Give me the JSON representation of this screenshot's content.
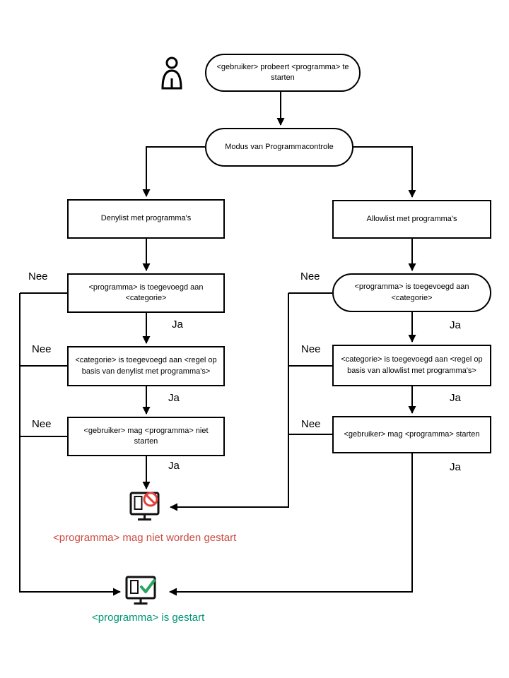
{
  "diagram": {
    "nodes": {
      "user_tries": "<gebruiker> probeert <programma> te starten",
      "mode": "Modus van Programmacontrole",
      "denylist": "Denylist met programma's",
      "allowlist": "Allowlist met programma's",
      "deny_program_added": "<programma> is toegevoegd aan <categorie>",
      "deny_category_added": "<categorie> is toegevoegd aan <regel op basis van denylist met programma's>",
      "deny_result": "<gebruiker> mag <programma> niet starten",
      "allow_program_added": "<programma> is toegevoegd aan <categorie>",
      "allow_category_added": "<categorie> is toegevoegd aan <regel op basis van allowlist met programma's>",
      "allow_result": "<gebruiker> mag <programma> starten"
    },
    "edge_labels": {
      "ja": "Ja",
      "nee": "Nee"
    },
    "outcomes": {
      "blocked": "<programma> mag niet worden gestart",
      "started": "<programma> is gestart"
    },
    "icons": {
      "user": "user-icon",
      "blocked": "computer-blocked-icon",
      "started": "computer-started-icon"
    },
    "colors": {
      "blocked_text": "#cc4a43",
      "started_text": "#009578",
      "prohibit": "#e2403a",
      "check": "#27a562",
      "line": "#000000",
      "border": "#000000"
    }
  }
}
